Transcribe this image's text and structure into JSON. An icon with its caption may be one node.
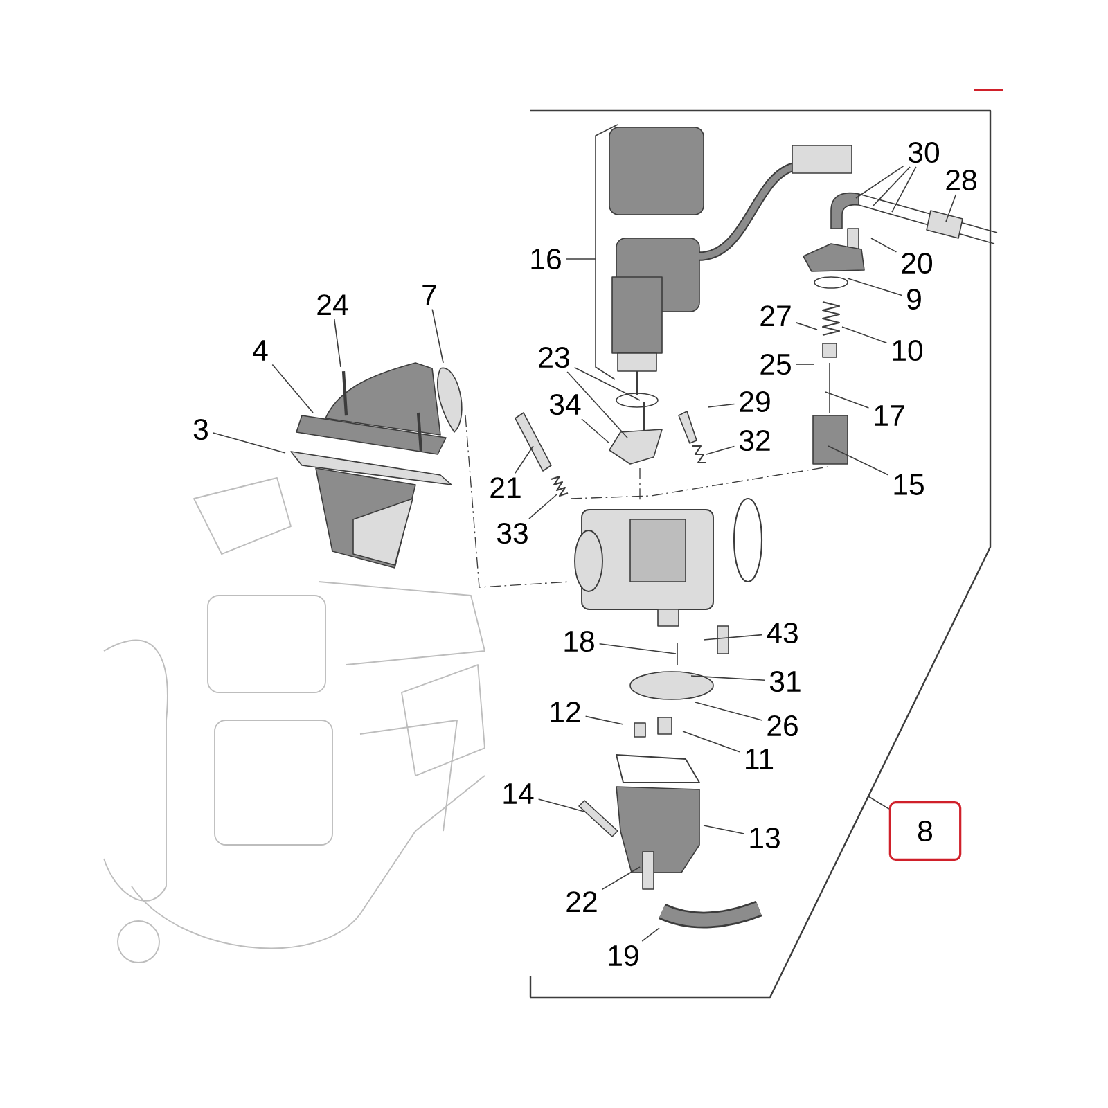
{
  "diagram": {
    "nodes": [
      {
        "text": [
          "30"
        ]
      },
      {
        "text": [
          "28"
        ]
      },
      {
        "text": [
          "16"
        ]
      },
      {
        "text": [
          "20"
        ]
      },
      {
        "text": [
          "7"
        ]
      },
      {
        "text": [
          "9"
        ]
      },
      {
        "text": [
          "24"
        ]
      },
      {
        "text": [
          "27"
        ]
      },
      {
        "text": [
          "4"
        ]
      },
      {
        "text": [
          "10"
        ]
      },
      {
        "text": [
          "23"
        ]
      },
      {
        "text": [
          "25"
        ]
      },
      {
        "text": [
          "29"
        ]
      },
      {
        "text": [
          "34"
        ]
      },
      {
        "text": [
          "17"
        ]
      },
      {
        "text": [
          "3"
        ]
      },
      {
        "text": [
          "32"
        ]
      },
      {
        "text": [
          "15"
        ]
      },
      {
        "text": [
          "21"
        ]
      },
      {
        "text": [
          "33"
        ]
      },
      {
        "text": [
          "18"
        ]
      },
      {
        "text": [
          "43"
        ]
      },
      {
        "text": [
          "31"
        ]
      },
      {
        "text": [
          "12"
        ]
      },
      {
        "text": [
          "26"
        ]
      },
      {
        "text": [
          "11"
        ]
      },
      {
        "text": [
          "14"
        ]
      },
      {
        "text": [
          "8"
        ]
      },
      {
        "text": [
          "13"
        ]
      },
      {
        "text": [
          "22"
        ]
      },
      {
        "text": [
          "19"
        ]
      }
    ],
    "edges": [
      {
        "from": 0,
        "to": null,
        "arrow": "none"
      },
      {
        "from": 0,
        "to": null,
        "arrow": "none"
      },
      {
        "from": 0,
        "to": null,
        "arrow": "none"
      },
      {
        "from": 1,
        "to": null,
        "arrow": "none"
      },
      {
        "from": 2,
        "to": null,
        "arrow": "none"
      },
      {
        "from": 3,
        "to": null,
        "arrow": "none"
      },
      {
        "from": 4,
        "to": null,
        "arrow": "none"
      },
      {
        "from": 5,
        "to": null,
        "arrow": "none"
      },
      {
        "from": 6,
        "to": null,
        "arrow": "none"
      },
      {
        "from": 7,
        "to": null,
        "arrow": "none"
      },
      {
        "from": 8,
        "to": null,
        "arrow": "none"
      },
      {
        "from": 9,
        "to": null,
        "arrow": "none"
      },
      {
        "from": 10,
        "to": null,
        "arrow": "none"
      },
      {
        "from": 10,
        "to": null,
        "arrow": "none"
      },
      {
        "from": 11,
        "to": null,
        "arrow": "none"
      },
      {
        "from": 12,
        "to": null,
        "arrow": "none"
      },
      {
        "from": 13,
        "to": null,
        "arrow": "none"
      },
      {
        "from": 14,
        "to": null,
        "arrow": "none"
      },
      {
        "from": 15,
        "to": null,
        "arrow": "none"
      },
      {
        "from": 16,
        "to": null,
        "arrow": "none"
      },
      {
        "from": 17,
        "to": null,
        "arrow": "none"
      },
      {
        "from": 18,
        "to": null,
        "arrow": "none"
      },
      {
        "from": 19,
        "to": null,
        "arrow": "none"
      },
      {
        "from": 20,
        "to": null,
        "arrow": "none"
      },
      {
        "from": 21,
        "to": null,
        "arrow": "none"
      },
      {
        "from": 22,
        "to": null,
        "arrow": "none"
      },
      {
        "from": 23,
        "to": null,
        "arrow": "none"
      },
      {
        "from": 24,
        "to": null,
        "arrow": "none"
      },
      {
        "from": 25,
        "to": null,
        "arrow": "none"
      },
      {
        "from": 26,
        "to": null,
        "arrow": "none"
      },
      {
        "from": 27,
        "to": null,
        "arrow": "none"
      },
      {
        "from": 28,
        "to": null,
        "arrow": "none"
      },
      {
        "from": 29,
        "to": null,
        "arrow": "none"
      },
      {
        "from": 30,
        "to": null,
        "arrow": "none"
      }
    ]
  }
}
